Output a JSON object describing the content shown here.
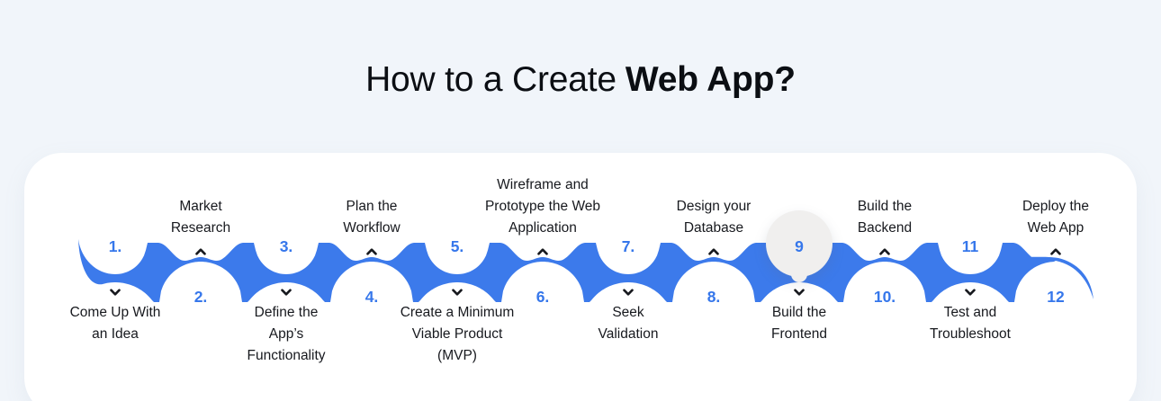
{
  "title": {
    "regular": "How to a Create",
    "bold": "Web App?"
  },
  "steps": [
    {
      "number": "1.",
      "label_lines": [
        "Come Up With",
        "an Idea"
      ],
      "label_position": "below"
    },
    {
      "number": "2.",
      "label_lines": [
        "Market",
        "Research"
      ],
      "label_position": "above"
    },
    {
      "number": "3.",
      "label_lines": [
        "Define the",
        "App’s",
        "Functionality"
      ],
      "label_position": "below"
    },
    {
      "number": "4.",
      "label_lines": [
        "Plan the",
        "Workflow"
      ],
      "label_position": "above"
    },
    {
      "number": "5.",
      "label_lines": [
        "Create a Minimum",
        "Viable Product",
        "(MVP)"
      ],
      "label_position": "below"
    },
    {
      "number": "6.",
      "label_lines": [
        "Wireframe and",
        "Prototype the Web",
        "Application"
      ],
      "label_position": "above"
    },
    {
      "number": "7.",
      "label_lines": [
        "Seek",
        "Validation"
      ],
      "label_position": "below"
    },
    {
      "number": "8.",
      "label_lines": [
        "Design your",
        "Database"
      ],
      "label_position": "above"
    },
    {
      "number": "9",
      "label_lines": [
        "Build the",
        "Frontend"
      ],
      "label_position": "below",
      "highlighted": true
    },
    {
      "number": "10.",
      "label_lines": [
        "Build the",
        "Backend"
      ],
      "label_position": "above"
    },
    {
      "number": "11",
      "label_lines": [
        "Test and",
        "Troubleshoot"
      ],
      "label_position": "below"
    },
    {
      "number": "12",
      "label_lines": [
        "Deploy the",
        "Web App"
      ],
      "label_position": "above"
    }
  ],
  "colors": {
    "background": "#f1f5fa",
    "card": "#ffffff",
    "ribbon": "#3c7aeb",
    "number": "#3677eb",
    "text": "#17191e",
    "title": "#0b0e13",
    "highlight_circle": "#f0efee",
    "chevron": "#17191e"
  }
}
